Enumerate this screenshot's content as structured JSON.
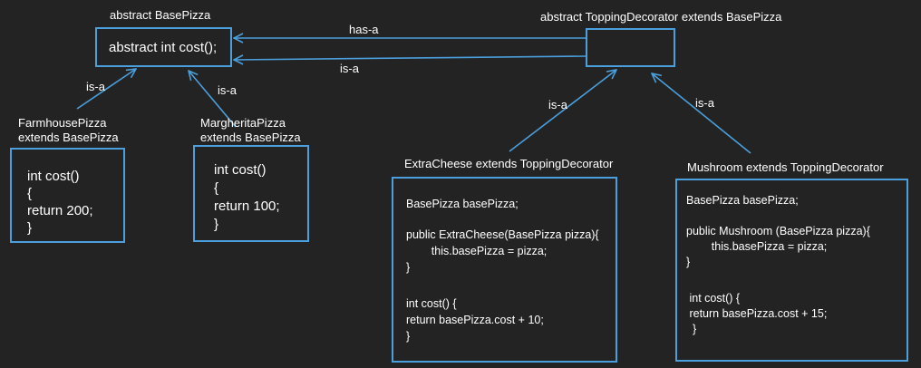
{
  "base": {
    "title": "abstract BasePizza",
    "method": "abstract int cost();"
  },
  "decorator": {
    "title": "abstract ToppingDecorator extends BasePizza"
  },
  "relations": {
    "has_a": "has-a",
    "is_a_top": "is-a",
    "is_a_farmhouse": "is-a",
    "is_a_margherita": "is-a",
    "is_a_extracheese": "is-a",
    "is_a_mushroom": "is-a"
  },
  "farmhouse": {
    "title_line1": "FarmhousePizza",
    "title_line2": "extends BasePizza",
    "code": [
      "int cost()",
      "{",
      "return 200;",
      "}"
    ]
  },
  "margherita": {
    "title_line1": "MargheritaPizza",
    "title_line2": "extends BasePizza",
    "code": [
      "int cost()",
      "{",
      "return 100;",
      "}"
    ]
  },
  "extracheese": {
    "title": "ExtraCheese extends ToppingDecorator",
    "code": [
      "BasePizza basePizza;",
      "",
      "public ExtraCheese(BasePizza pizza){",
      "        this.basePizza = pizza;",
      "}",
      "",
      "",
      "int cost() {",
      "return basePizza.cost + 10;",
      "}"
    ]
  },
  "mushroom": {
    "title": "Mushroom extends ToppingDecorator",
    "code": [
      "BasePizza basePizza;",
      "",
      "public Mushroom (BasePizza pizza){",
      "        this.basePizza = pizza;",
      "}",
      "",
      "",
      " int cost() {",
      " return basePizza.cost + 15;",
      "  }"
    ]
  },
  "colors": {
    "background": "#232323",
    "line": "#4a9fdc",
    "text": "#ffffff"
  }
}
